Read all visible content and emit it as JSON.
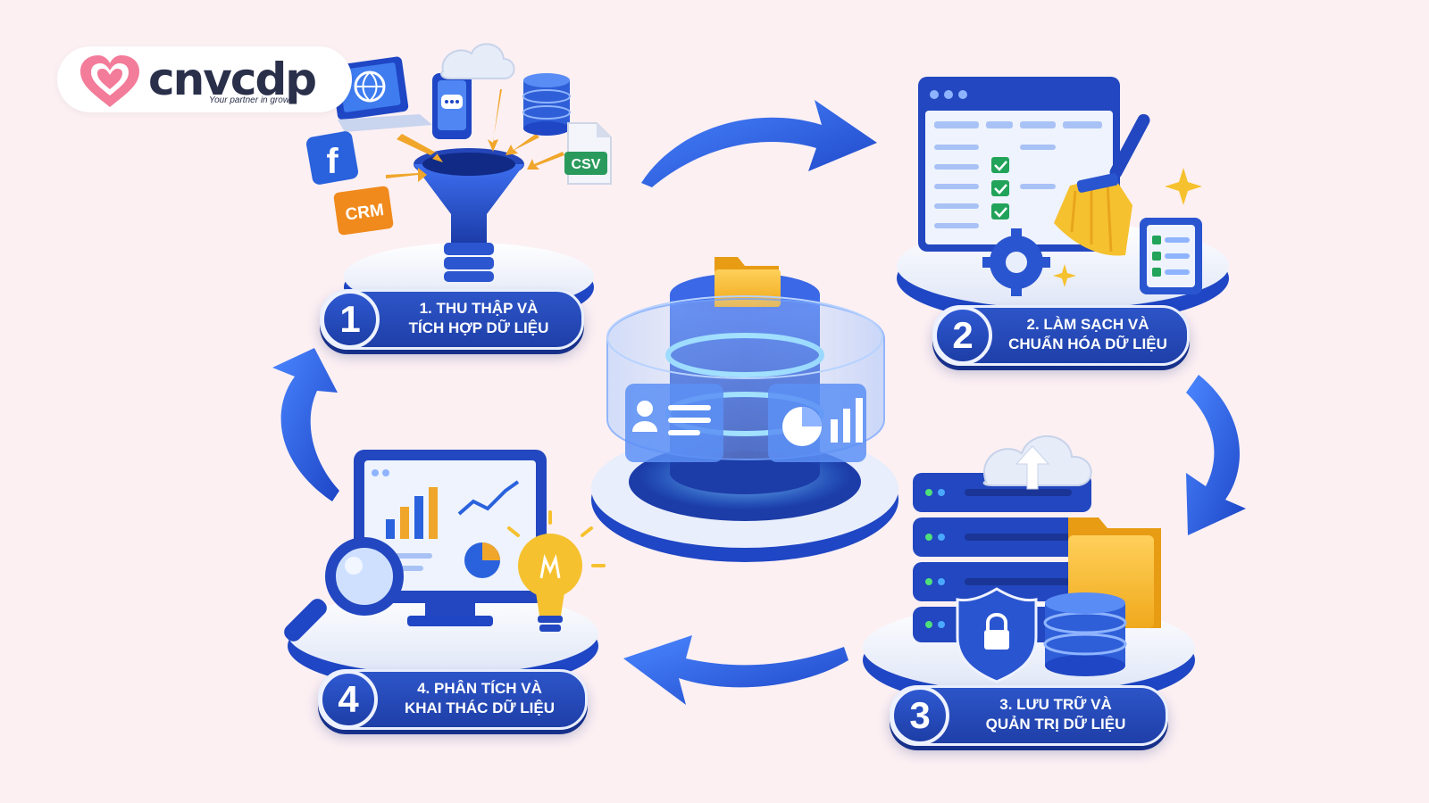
{
  "logo": {
    "name": "cnvcdp",
    "tagline": "Your partner in growth"
  },
  "colors": {
    "primary": "#1f46c4",
    "accent": "#3a7bff",
    "folder": "#f5b731",
    "background": "#fcf0f3"
  },
  "icons": {
    "step1": [
      "laptop-globe-icon",
      "phone-chat-icon",
      "cloud-icon",
      "database-icon",
      "csv-file-icon",
      "facebook-icon",
      "crm-icon",
      "funnel-icon"
    ],
    "step2": [
      "spreadsheet-window-icon",
      "broom-icon",
      "gear-icon",
      "checklist-icon",
      "sparkle-icon"
    ],
    "step3": [
      "server-rack-icon",
      "cloud-upload-icon",
      "shield-lock-icon",
      "database-icon",
      "folder-icon"
    ],
    "step4": [
      "monitor-chart-icon",
      "magnifier-icon",
      "lightbulb-icon"
    ],
    "center": [
      "central-database-icon",
      "folder-icon",
      "user-card-icon",
      "pie-chart-icon"
    ]
  },
  "steps": [
    {
      "number": "1",
      "line1": "1. THU THẬP VÀ",
      "line2": "TÍCH HỢP DỮ LIỆU"
    },
    {
      "number": "2",
      "line1": "2. LÀM SẠCH VÀ",
      "line2": "CHUẨN HÓA DỮ LIỆU"
    },
    {
      "number": "3",
      "line1": "3. LƯU TRỮ VÀ",
      "line2": "QUẢN TRỊ DỮ LIỆU"
    },
    {
      "number": "4",
      "line1": "4. PHÂN TÍCH VÀ",
      "line2": "KHAI THÁC DỮ LIỆU"
    }
  ],
  "sources": {
    "crm": "CRM",
    "csv": "CSV",
    "facebook": "f"
  }
}
